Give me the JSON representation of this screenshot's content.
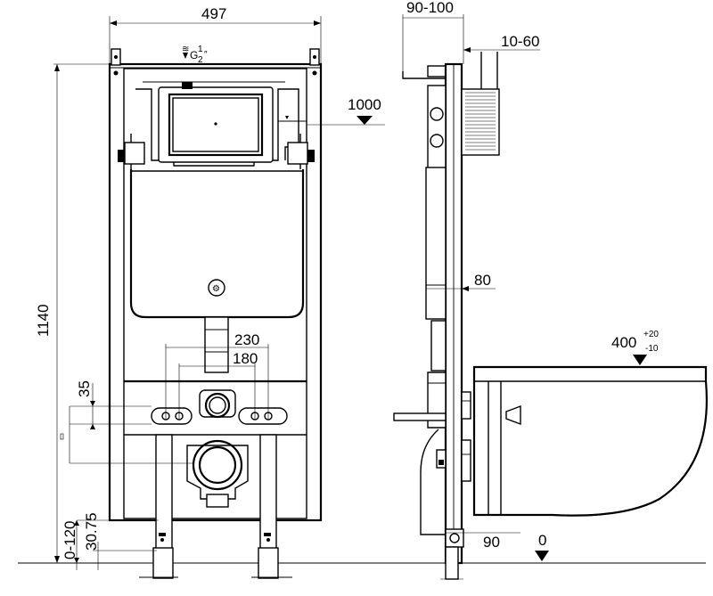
{
  "front_view": {
    "width_label": "497",
    "height_label": "1140",
    "inlet_top_label": "G",
    "inlet_fraction_num": "1",
    "inlet_fraction_den": "2",
    "inlet_inch_mark": "″",
    "dim_230": "230",
    "dim_180": "180",
    "dim_35": "35",
    "dim_0_120": "0-120",
    "dim_30_75": "30.75"
  },
  "side_view": {
    "dim_90_100": "90-100",
    "dim_10_60": "10-60",
    "dim_1000": "1000",
    "dim_80": "80",
    "dim_400": "400",
    "tol_plus": "+20",
    "tol_minus": "-10",
    "dim_90": "90",
    "dim_0": "0"
  }
}
